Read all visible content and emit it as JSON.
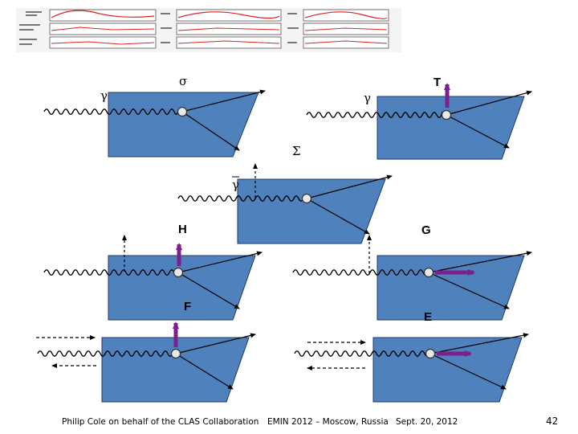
{
  "colors": {
    "plane": "#4f81bd",
    "plane_edge": "#1f3864",
    "arrow": "#7a1f8c",
    "photon": "#000000"
  },
  "labels": {
    "sigma": "σ",
    "gamma_a": "γ",
    "gamma_b": "γ",
    "T": "T",
    "Sigma": "Σ",
    "gamma_bar": "γ",
    "H": "H",
    "G": "G",
    "F": "F",
    "E": "E"
  },
  "footer": {
    "author": "Philip Cole on behalf of the CLAS Collaboration",
    "conference": "EMIN 2012 – Moscow, Russia",
    "date": "Sept. 20, 2012",
    "page": "42"
  }
}
